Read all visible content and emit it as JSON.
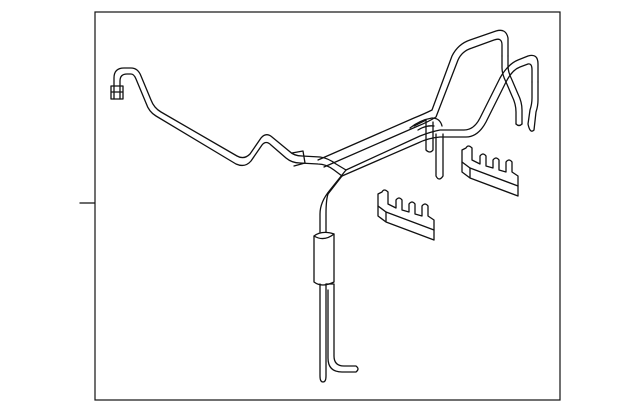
{
  "diagram": {
    "background_color": "#ffffff",
    "line_color": "#111111",
    "parts": [
      "tube-assembly",
      "upper-left-tube",
      "upper-right-tube",
      "lower-vertical-tube",
      "tube-sleeve",
      "retaining-clip-right",
      "retaining-clip-left"
    ]
  }
}
